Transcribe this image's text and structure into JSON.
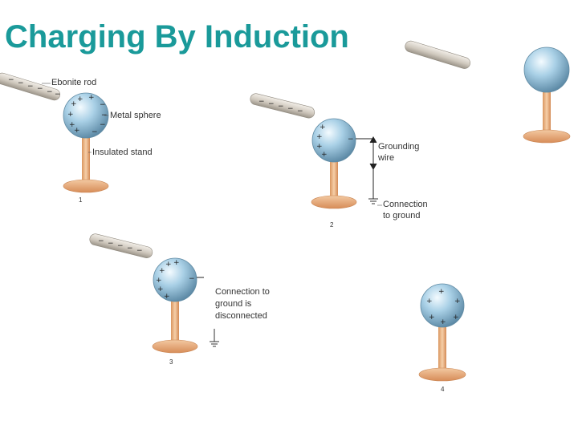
{
  "title": "Charging By Induction",
  "labels": {
    "ebonite_rod": "Ebonite rod",
    "metal_sphere": "Metal sphere",
    "insulated_stand": "Insulated stand",
    "grounding_wire": "Grounding wire",
    "connection_to_ground": "Connection to ground",
    "ground_disconnected": "Connection to ground is disconnected"
  },
  "step_numbers": [
    "1",
    "2",
    "3",
    "4"
  ],
  "colors": {
    "title": "#1a9a9a",
    "sphere": "#8fbfd9",
    "stand": "#e8b48a",
    "rod": "#d8d2c8"
  }
}
